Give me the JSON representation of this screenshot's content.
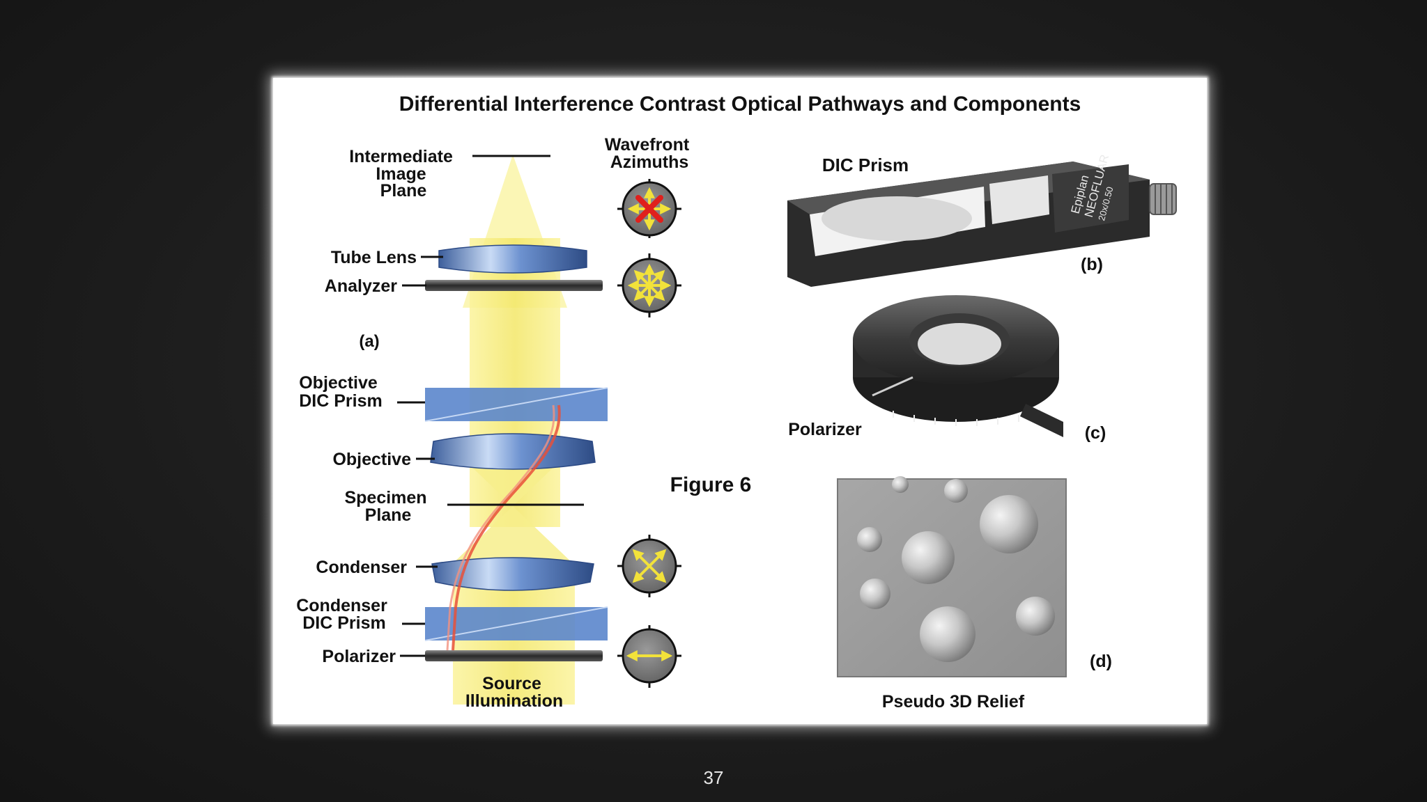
{
  "title": "Differential Interference Contrast Optical Pathways and Components",
  "panel_a": {
    "tag": "(a)",
    "labels": {
      "intermediate_image_plane": [
        "Intermediate",
        "Image",
        "Plane"
      ],
      "tube_lens": "Tube Lens",
      "analyzer": "Analyzer",
      "objective_dic_prism": [
        "Objective",
        "DIC Prism"
      ],
      "objective": "Objective",
      "specimen_plane": [
        "Specimen",
        "Plane"
      ],
      "condenser": "Condenser",
      "condenser_dic_prism": [
        "Condenser",
        "DIC Prism"
      ],
      "polarizer": "Polarizer",
      "source_illumination": [
        "Source",
        "Illumination"
      ]
    },
    "wavefront_header": [
      "Wavefront",
      "Azimuths"
    ]
  },
  "figure_label": "Figure 6",
  "panel_b": {
    "tag": "(b)",
    "label": "DIC Prism",
    "engraving": [
      "Epiplan",
      "NEOFLUAR",
      "20x/0.50"
    ]
  },
  "panel_c": {
    "tag": "(c)",
    "label": "Polarizer"
  },
  "panel_d": {
    "tag": "(d)",
    "label": "Pseudo 3D Relief"
  },
  "page_number": "37",
  "colors": {
    "beam": "#f5ec7a",
    "optic_blue": "#5b86cc",
    "ray": "#e8503a",
    "azimuth_disc": "#7c7c7c",
    "azimuth_arrow": "#f2e23a",
    "cancel_x": "#e0201c"
  }
}
